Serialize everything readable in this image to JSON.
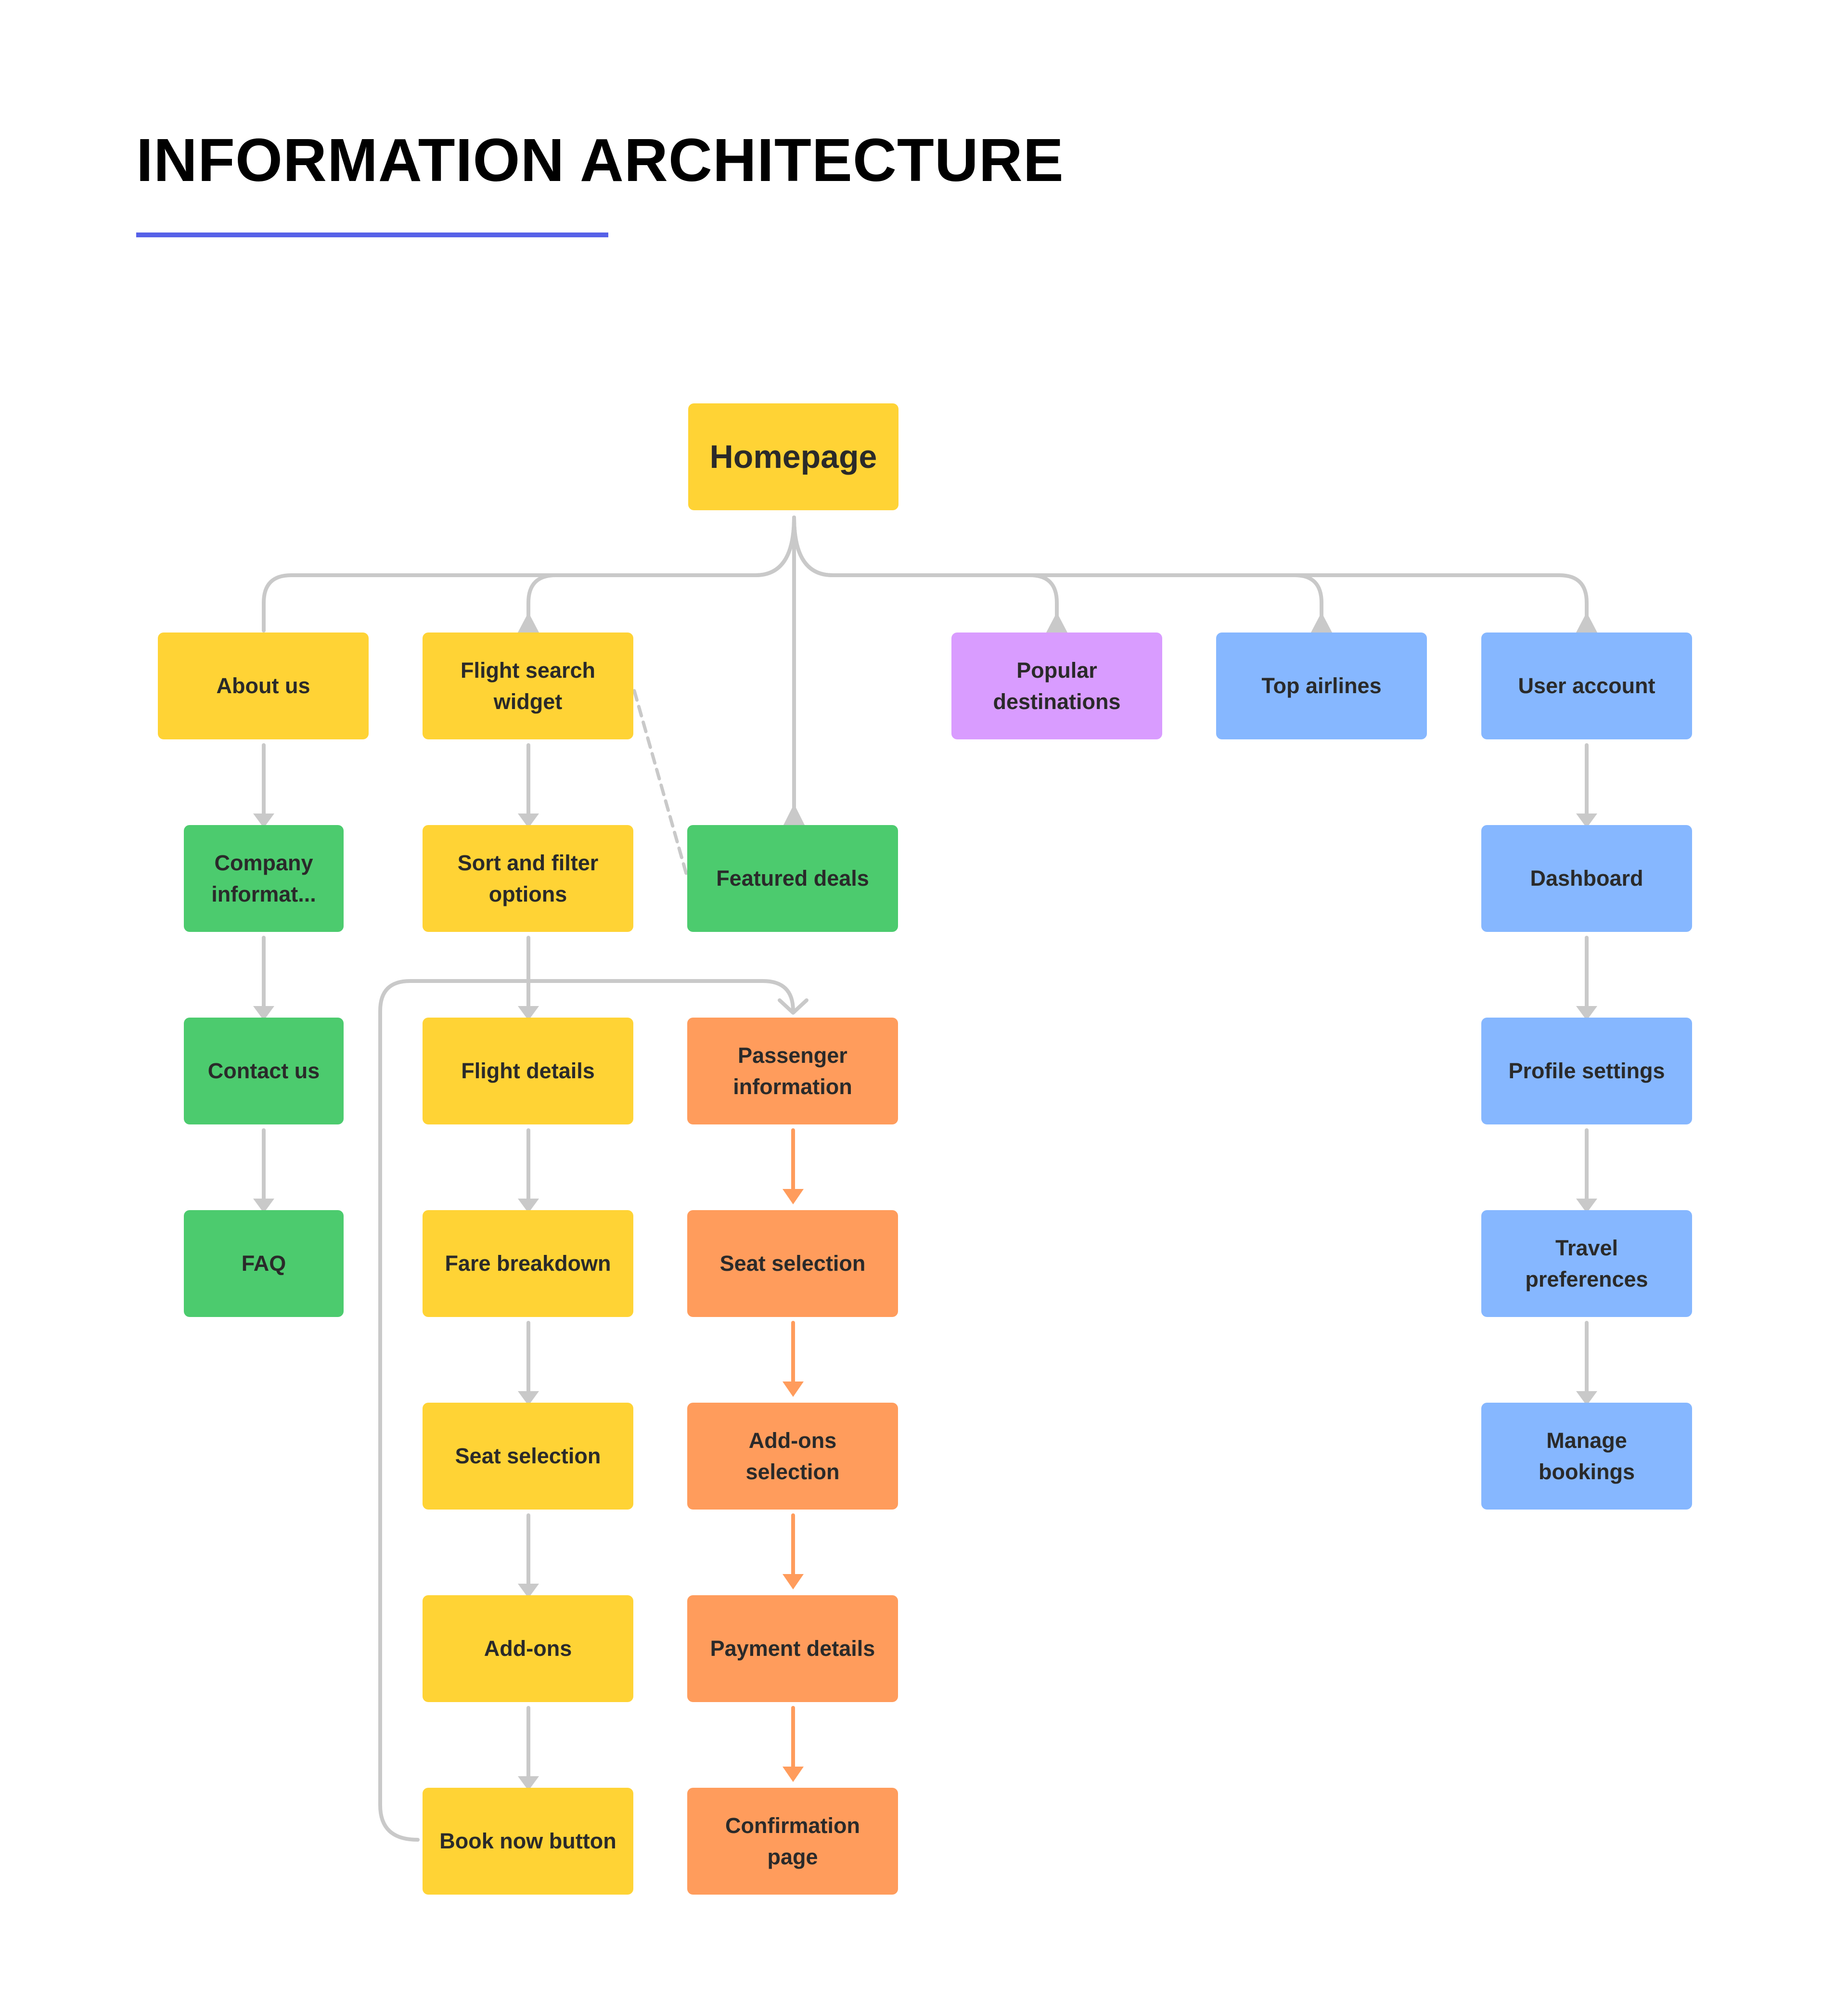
{
  "title": "INFORMATION ARCHITECTURE",
  "colors": {
    "accent_underline": "#5661E8",
    "yellow": "#FFD335",
    "green": "#4CCB6E",
    "orange": "#FF9C5C",
    "blue": "#86B7FF",
    "purple": "#D99CFF",
    "connector_gray": "#C9C9C9",
    "connector_orange": "#FF9C5C"
  },
  "nodes": {
    "homepage": "Homepage",
    "about_us": "About us",
    "company_info": "Company informat...",
    "contact_us": "Contact us",
    "faq": "FAQ",
    "flight_search_widget": "Flight search widget",
    "sort_filter": "Sort and filter options",
    "flight_details": "Flight details",
    "fare_breakdown": "Fare breakdown",
    "seat_selection_1": "Seat selection",
    "add_ons": "Add-ons",
    "book_now": "Book now button",
    "featured_deals": "Featured deals",
    "passenger_info": "Passenger information",
    "seat_selection_2": "Seat selection",
    "add_ons_selection": "Add-ons selection",
    "payment_details": "Payment details",
    "confirmation": "Confirmation page",
    "popular_destinations": "Popular destinations",
    "top_airlines": "Top airlines",
    "user_account": "User account",
    "dashboard": "Dashboard",
    "profile_settings": "Profile settings",
    "travel_preferences": "Travel preferences",
    "manage_bookings": "Manage bookings"
  }
}
